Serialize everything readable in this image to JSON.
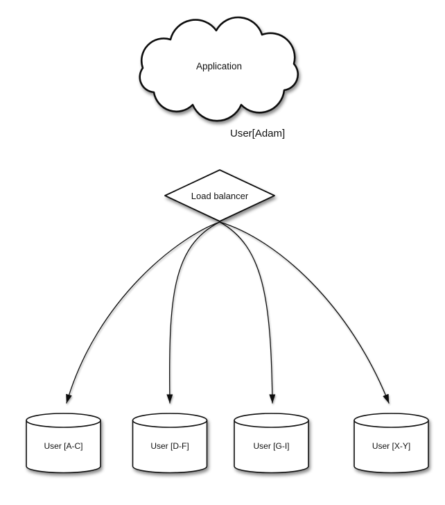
{
  "diagram": {
    "colors": {
      "background_color": "#ffffff",
      "fill_color": "#ffffff",
      "line_color": "#111111",
      "text_color": "#111111"
    },
    "application": {
      "label": "Application"
    },
    "request_label": "User[Adam]",
    "load_balancer": {
      "label": "Load balancer"
    },
    "shards": [
      {
        "label": "User [A-C]"
      },
      {
        "label": "User [D-F]"
      },
      {
        "label": "User [G-I]"
      },
      {
        "label": "User [X-Y]"
      }
    ]
  }
}
